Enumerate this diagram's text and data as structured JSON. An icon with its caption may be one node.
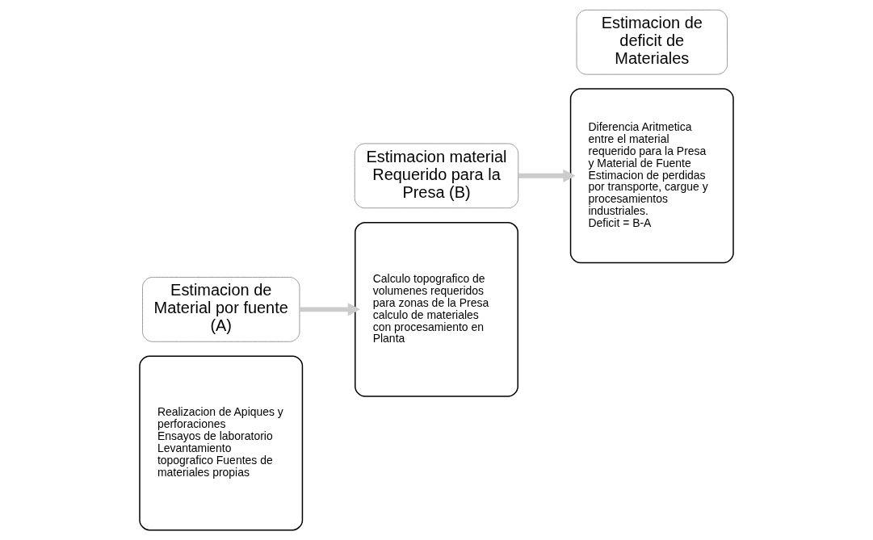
{
  "diagram": {
    "nodes": [
      {
        "text": [
          "Realizacion de Apiques y perforaciones",
          "Ensayos de laboratorio",
          "Levantamiento topografico Fuentes de materiales propias"
        ]
      },
      {
        "text": [
          "Estimacion de Material por fuente (A)"
        ]
      },
      {
        "text": [
          "Calculo topografico de volumenes requeridos para zonas de la Presa",
          "calculo de materiales con procesamiento en Planta"
        ]
      },
      {
        "text": [
          "Estimacion material Requerido para la Presa (B)"
        ]
      },
      {
        "text": [
          "Diferencia Aritmetica entre el material requerido para la Presa y Material de Fuente",
          "Estimacion de perdidas por transporte, cargue y procesamientos industriales.",
          "Deficit = B-A"
        ]
      },
      {
        "text": [
          "Estimacion de deficit de Materiales"
        ]
      }
    ],
    "edges": [
      {
        "from": 1,
        "to": 2,
        "arrow": "to"
      },
      {
        "from": 3,
        "to": 4,
        "arrow": "to"
      }
    ]
  }
}
